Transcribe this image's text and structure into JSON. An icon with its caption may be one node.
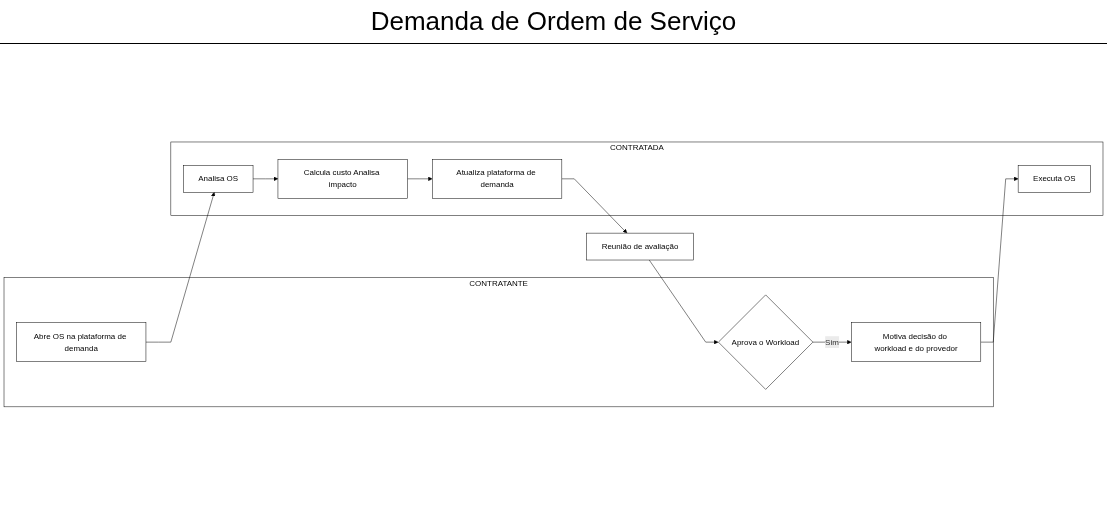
{
  "diagram": {
    "title": "Demanda de Ordem de Serviço",
    "nodes": [
      {
        "text": [
          "CONTRATANTE"
        ]
      },
      {
        "text": [
          "Abre OS na plataforma de demanda"
        ],
        "in": 0
      },
      {
        "text": [
          "Aprova o Workload"
        ],
        "in": 0
      },
      {
        "text": [
          "Motiva decisão do workload e do provedor"
        ],
        "in": 0
      },
      {
        "text": [
          "Reunião de avaliação"
        ]
      },
      {
        "text": [
          "CONTRATADA"
        ]
      },
      {
        "text": [
          "Analisa OS"
        ],
        "in": 5
      },
      {
        "text": [
          "Calcula custo Analisa impacto"
        ],
        "in": 5
      },
      {
        "text": [
          "Atualiza plataforma de demanda"
        ],
        "in": 5
      },
      {
        "text": [
          "Executa OS"
        ],
        "in": 5
      }
    ],
    "edges": [
      {
        "from": 1,
        "to": 6,
        "arrow": "to"
      },
      {
        "from": 6,
        "to": 7,
        "arrow": "to"
      },
      {
        "from": 7,
        "to": 8,
        "arrow": "to"
      },
      {
        "from": 8,
        "to": 4,
        "arrow": "to"
      },
      {
        "from": 4,
        "to": 2,
        "arrow": "to"
      },
      {
        "from": 2,
        "to": 3,
        "arrow": "to",
        "label": "Sim"
      },
      {
        "from": 3,
        "to": 9,
        "arrow": "to"
      }
    ]
  }
}
